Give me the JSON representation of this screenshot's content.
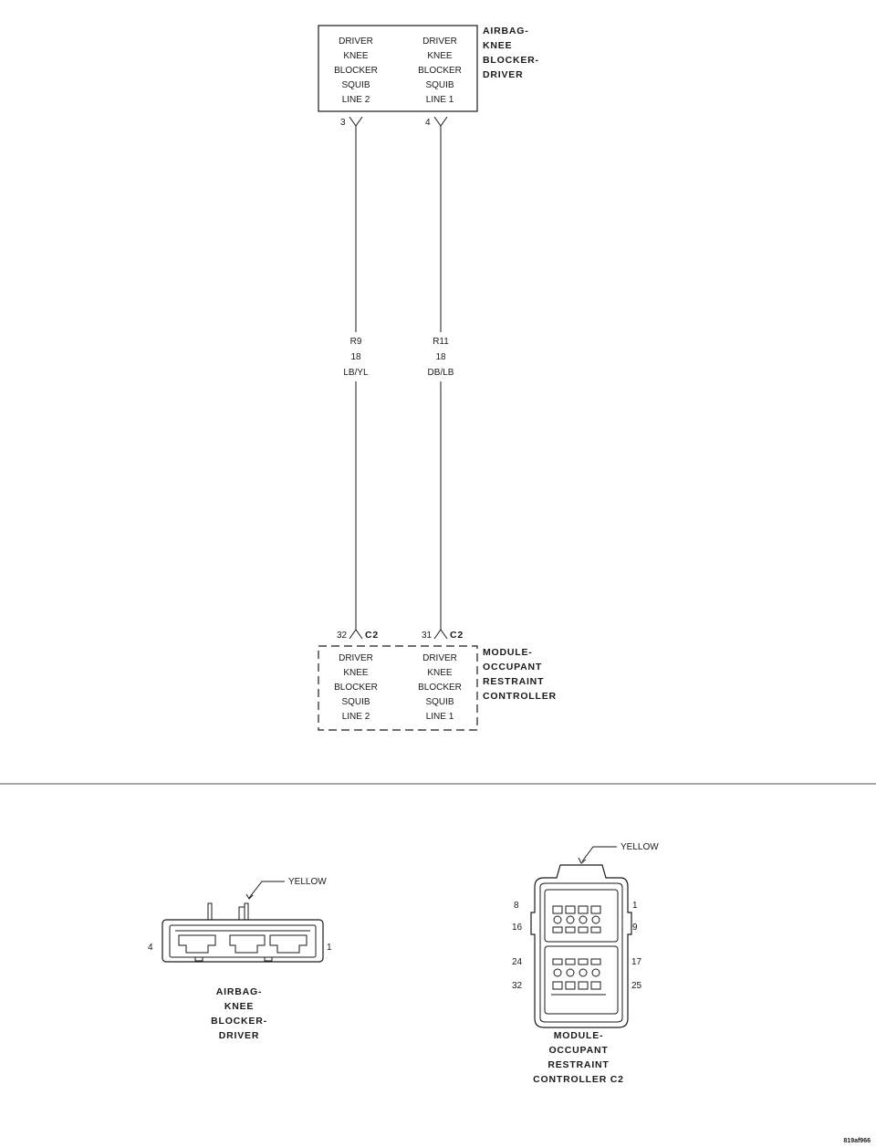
{
  "top_component": {
    "name_lines": [
      "AIRBAG-",
      "KNEE",
      "BLOCKER-",
      "DRIVER"
    ],
    "left_col": [
      "DRIVER",
      "KNEE",
      "BLOCKER",
      "SQUIB",
      "LINE 2"
    ],
    "right_col": [
      "DRIVER",
      "KNEE",
      "BLOCKER",
      "SQUIB",
      "LINE 1"
    ],
    "pin_left": "3",
    "pin_right": "4"
  },
  "wires": [
    {
      "circuit": "R9",
      "gauge": "18",
      "color": "LB/YL"
    },
    {
      "circuit": "R11",
      "gauge": "18",
      "color": "DB/LB"
    }
  ],
  "bottom_component": {
    "name_lines": [
      "MODULE-",
      "OCCUPANT",
      "RESTRAINT",
      "CONTROLLER"
    ],
    "left_col": [
      "DRIVER",
      "KNEE",
      "BLOCKER",
      "SQUIB",
      "LINE 2"
    ],
    "right_col": [
      "DRIVER",
      "KNEE",
      "BLOCKER",
      "SQUIB",
      "LINE 1"
    ],
    "pin_left": "32",
    "pin_right": "31",
    "connector_left": "C2",
    "connector_right": "C2"
  },
  "connector_views": {
    "left": {
      "color_label": "YELLOW",
      "pin_left": "4",
      "pin_right": "1",
      "caption_lines": [
        "AIRBAG-",
        "KNEE",
        "BLOCKER-",
        "DRIVER"
      ]
    },
    "right": {
      "color_label": "YELLOW",
      "pins_left": [
        "8",
        "16",
        "24",
        "32"
      ],
      "pins_right": [
        "1",
        "9",
        "17",
        "25"
      ],
      "caption_lines": [
        "MODULE-",
        "OCCUPANT",
        "RESTRAINT",
        "CONTROLLER C2"
      ]
    }
  },
  "figure_id": "819af966"
}
